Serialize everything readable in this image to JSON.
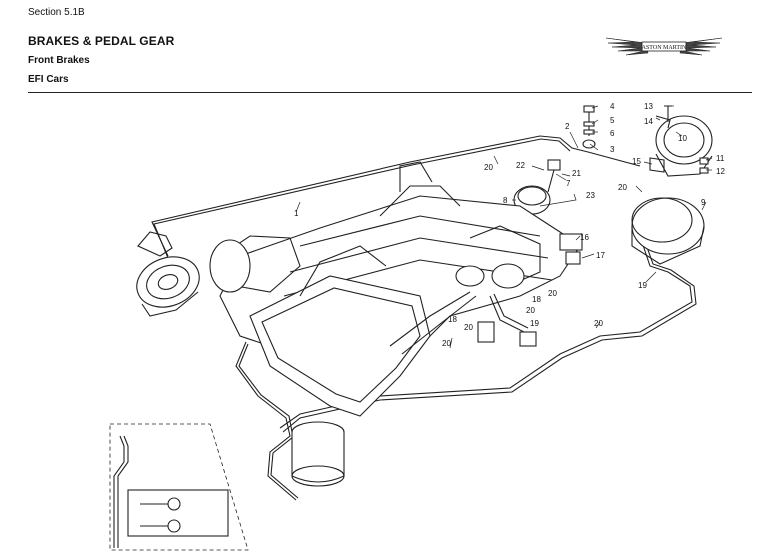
{
  "header": {
    "section": "Section 5.1B",
    "title": "BRAKES & PEDAL GEAR",
    "subtitle": "Front Brakes",
    "variant": "EFI Cars"
  },
  "logo": {
    "text": "ASTON MARTIN"
  },
  "callouts": {
    "c1": "1",
    "c2": "2",
    "c3": "3",
    "c4": "4",
    "c5": "5",
    "c6": "6",
    "c7": "7",
    "c8": "8",
    "c9": "9",
    "c10": "10",
    "c11": "11",
    "c12": "12",
    "c13": "13",
    "c14": "14",
    "c15": "15",
    "c16": "16",
    "c17": "17",
    "c18a": "18",
    "c18b": "18",
    "c19a": "19",
    "c19b": "19",
    "c20a": "20",
    "c20b": "20",
    "c20c": "20",
    "c20d": "20",
    "c20e": "20",
    "c20f": "20",
    "c20g": "20",
    "c21": "21",
    "c22": "22",
    "c23": "23"
  }
}
